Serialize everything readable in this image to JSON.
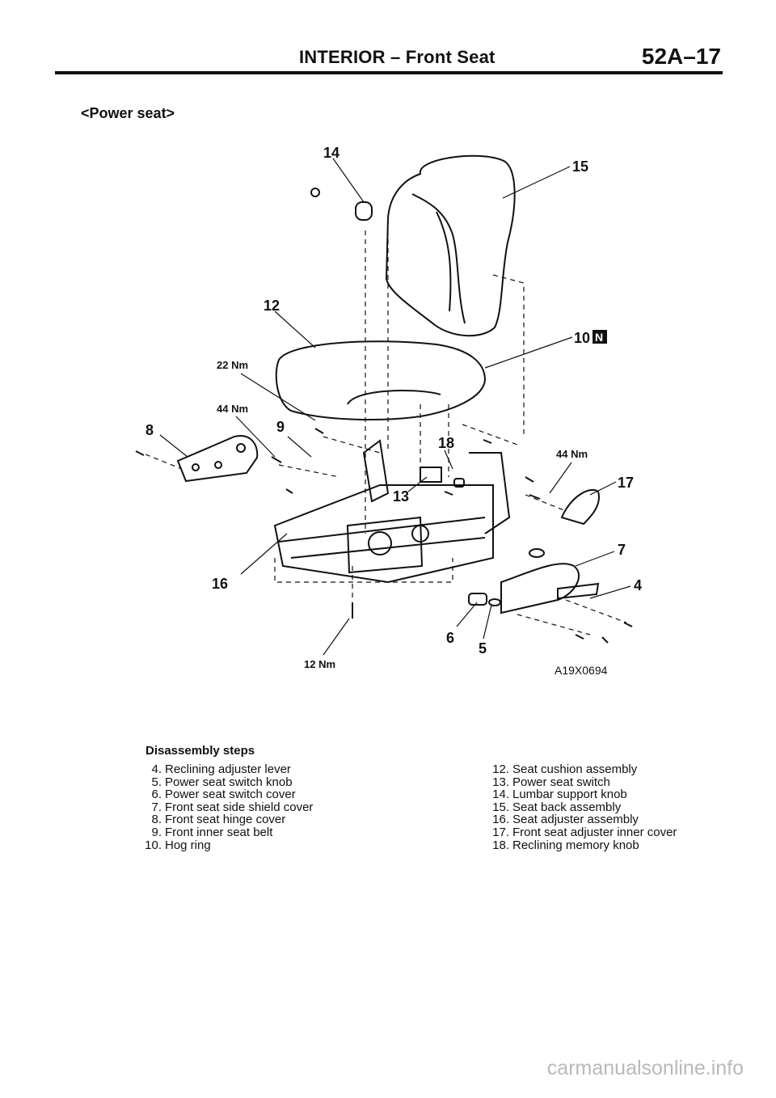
{
  "header": {
    "title": "INTERIOR – Front Seat",
    "page": "52A–17"
  },
  "subtitle": "<Power seat>",
  "figure": {
    "callouts": {
      "c4": "4",
      "c5": "5",
      "c6": "6",
      "c7": "7",
      "c8": "8",
      "c9": "9",
      "c10": "10",
      "c10_badge": "N",
      "c12": "12",
      "c13": "13",
      "c14": "14",
      "c15": "15",
      "c16": "16",
      "c17": "17",
      "c18": "18"
    },
    "torques": {
      "t22": "22 Nm",
      "t44a": "44 Nm",
      "t44b": "44 Nm",
      "t12": "12 Nm"
    },
    "code": "A19X0694"
  },
  "disassembly": {
    "title": "Disassembly steps",
    "left": [
      {
        "num": "4.",
        "text": "Reclining adjuster lever"
      },
      {
        "num": "5.",
        "text": "Power seat switch knob"
      },
      {
        "num": "6.",
        "text": "Power seat switch cover"
      },
      {
        "num": "7.",
        "text": "Front seat side shield cover"
      },
      {
        "num": "8.",
        "text": "Front seat hinge cover"
      },
      {
        "num": "9.",
        "text": "Front inner seat belt"
      },
      {
        "num": "10.",
        "text": "Hog ring"
      }
    ],
    "right": [
      {
        "num": "12.",
        "text": "Seat cushion assembly"
      },
      {
        "num": "13.",
        "text": "Power seat switch"
      },
      {
        "num": "14.",
        "text": "Lumbar support knob"
      },
      {
        "num": "15.",
        "text": "Seat back assembly"
      },
      {
        "num": "16.",
        "text": "Seat adjuster assembly"
      },
      {
        "num": "17.",
        "text": "Front seat adjuster inner cover"
      },
      {
        "num": "18.",
        "text": "Reclining memory knob"
      }
    ]
  },
  "watermark": "carmanualsonline.info"
}
